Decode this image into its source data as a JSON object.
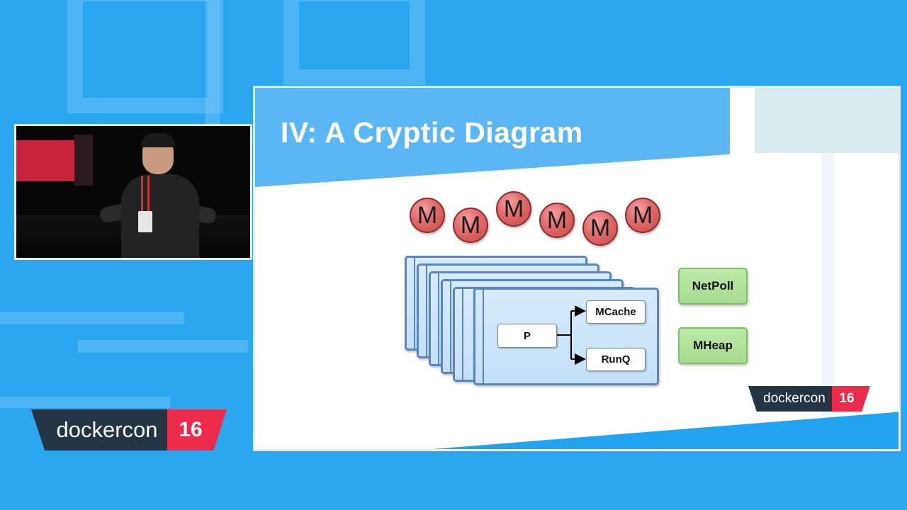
{
  "slide": {
    "title": "IV: A Cryptic Diagram",
    "m_label": "M",
    "m_bubbles": [
      "M",
      "M",
      "M",
      "M",
      "M",
      "M"
    ],
    "p_label": "P",
    "mcache_label": "MCache",
    "runq_label": "RunQ",
    "netpoll_label": "NetPoll",
    "mheap_label": "MHeap"
  },
  "branding": {
    "word": "dockercon",
    "number": "16"
  },
  "colors": {
    "background": "#2aa6ee",
    "title_band": "#5ab7f4",
    "m_bubble": "#e06a6a",
    "p_card": "#c3e0f8",
    "green_box": "#a6dc8f",
    "logo_dark": "#233545",
    "logo_red": "#ec2a4a"
  }
}
